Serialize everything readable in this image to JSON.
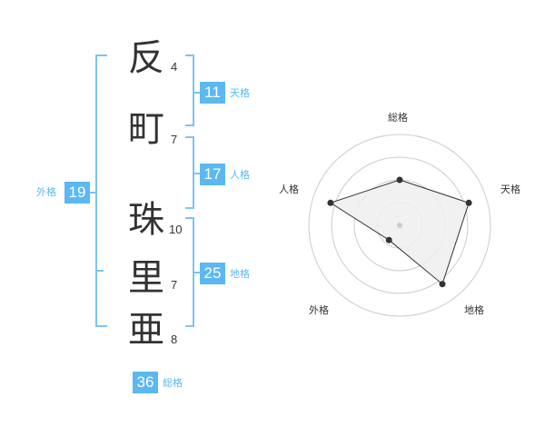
{
  "name": {
    "characters": [
      {
        "char": "反",
        "strokes": "4"
      },
      {
        "char": "町",
        "strokes": "7"
      },
      {
        "char": "珠",
        "strokes": "10"
      },
      {
        "char": "里",
        "strokes": "7"
      },
      {
        "char": "亜",
        "strokes": "8"
      }
    ]
  },
  "fortune": {
    "tenkaku": {
      "value": "11",
      "label": "天格"
    },
    "jinkaku": {
      "value": "17",
      "label": "人格"
    },
    "chikaku": {
      "value": "25",
      "label": "地格"
    },
    "gaikaku": {
      "value": "19",
      "label": "外格"
    },
    "soukaku": {
      "value": "36",
      "label": "総格"
    }
  },
  "colors": {
    "accent": "#5bb8f2",
    "bracket": "#7cc4f0",
    "text": "#333333",
    "grid": "#cccccc",
    "fill": "#efefef"
  },
  "chart_data": {
    "type": "radar",
    "axes": [
      "総格",
      "天格",
      "地格",
      "外格",
      "人格"
    ],
    "values": [
      2.5,
      4,
      4,
      1,
      4
    ],
    "max": 5,
    "rings": 4
  }
}
